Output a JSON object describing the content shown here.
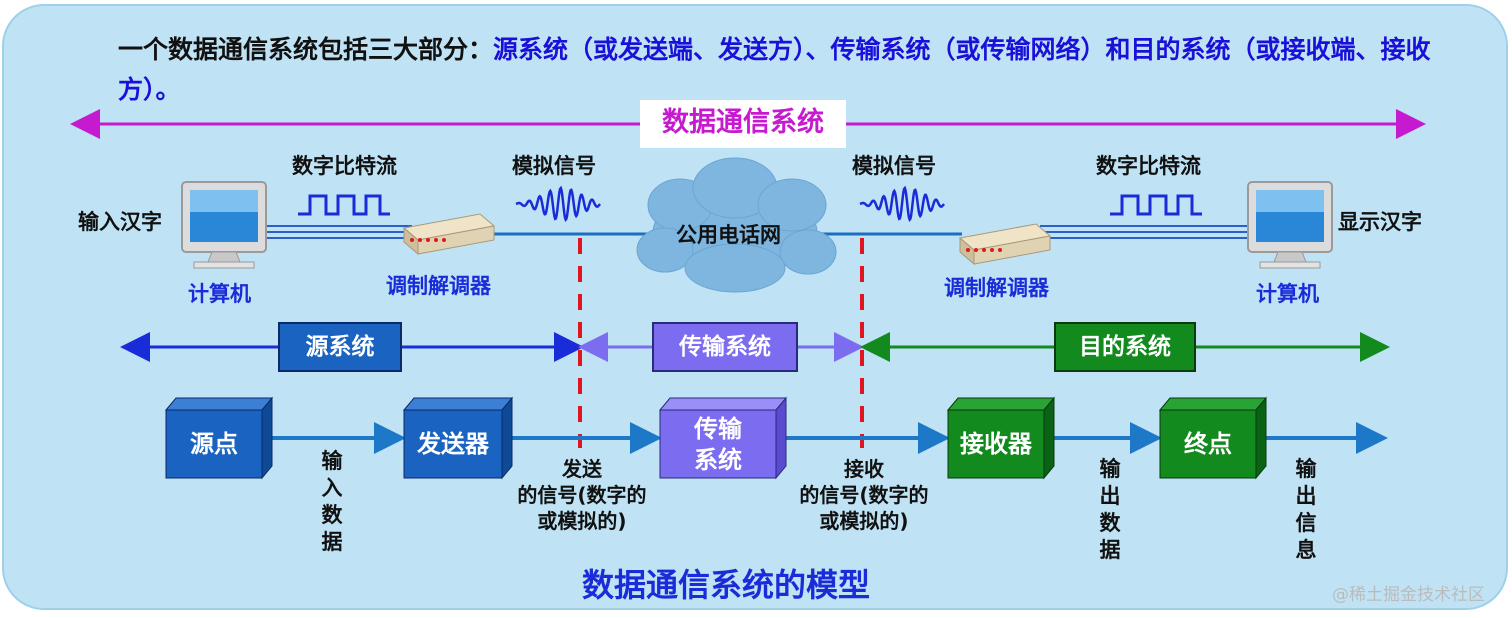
{
  "intro": {
    "lead": "一个数据通信系统包括三大部分：",
    "rest": "源系统（或发送端、发送方）、传输系统（或传输网络）和目的系统（或接收端、接收方）。"
  },
  "system_title": "数据通信系统",
  "signals": {
    "digital_left": "数字比特流",
    "analog_left": "模拟信号",
    "analog_right": "模拟信号",
    "digital_right": "数字比特流"
  },
  "endpoints": {
    "input_text": "输入汉字",
    "output_text": "显示汉字",
    "computer_left": "计算机",
    "computer_right": "计算机",
    "modem_left": "调制解调器",
    "modem_right": "调制解调器",
    "network": "公用电话网"
  },
  "subsystems": {
    "source": "源系统",
    "transmission": "传输系统",
    "destination": "目的系统"
  },
  "blocks": {
    "source_point": "源点",
    "transmitter": "发送器",
    "transmission_line1": "传输",
    "transmission_line2": "系统",
    "receiver": "接收器",
    "sink": "终点"
  },
  "flow_labels": {
    "input_data": "输入数据",
    "sent_line1": "发送",
    "sent_line2": "的信号(数字的",
    "sent_line3": "或模拟的)",
    "recv_line1": "接收",
    "recv_line2": "的信号(数字的",
    "recv_line3": "或模拟的)",
    "output_data": "输出数据",
    "output_info": "输出信息"
  },
  "footer_title": "数据通信系统的模型",
  "watermark": "@稀土掘金技术社区",
  "colors": {
    "magenta": "#c51ad0",
    "blue_box": "#1a63c0",
    "purple_box": "#7b6cf0",
    "green_box": "#128a1e",
    "flow_arrow": "#1e78c8",
    "dashed_red": "#e0161e"
  }
}
